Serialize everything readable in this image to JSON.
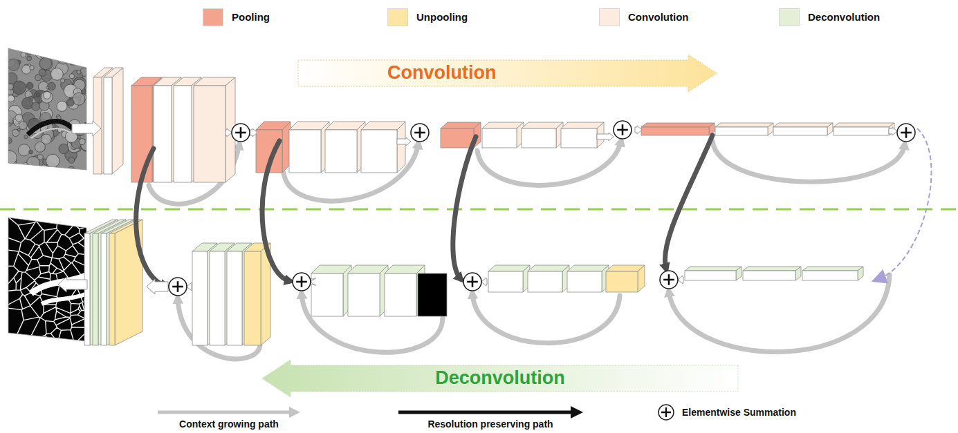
{
  "diagram": {
    "nodes": [
      {
        "text": [
          "Convolution"
        ]
      },
      {
        "text": [
          "Deconvolution"
        ]
      }
    ],
    "legend": [
      {
        "text": "Pooling",
        "color": "#f4a48e"
      },
      {
        "text": "Unpooling",
        "color": "#fde6a4"
      },
      {
        "text": "Convolution",
        "color": "#fcece0"
      },
      {
        "text": "Deconvolution",
        "color": "#e4efd8"
      },
      {
        "text": "Context growing path"
      },
      {
        "text": "Resolution preserving path"
      },
      {
        "text": "Elementwise Summation"
      }
    ]
  }
}
